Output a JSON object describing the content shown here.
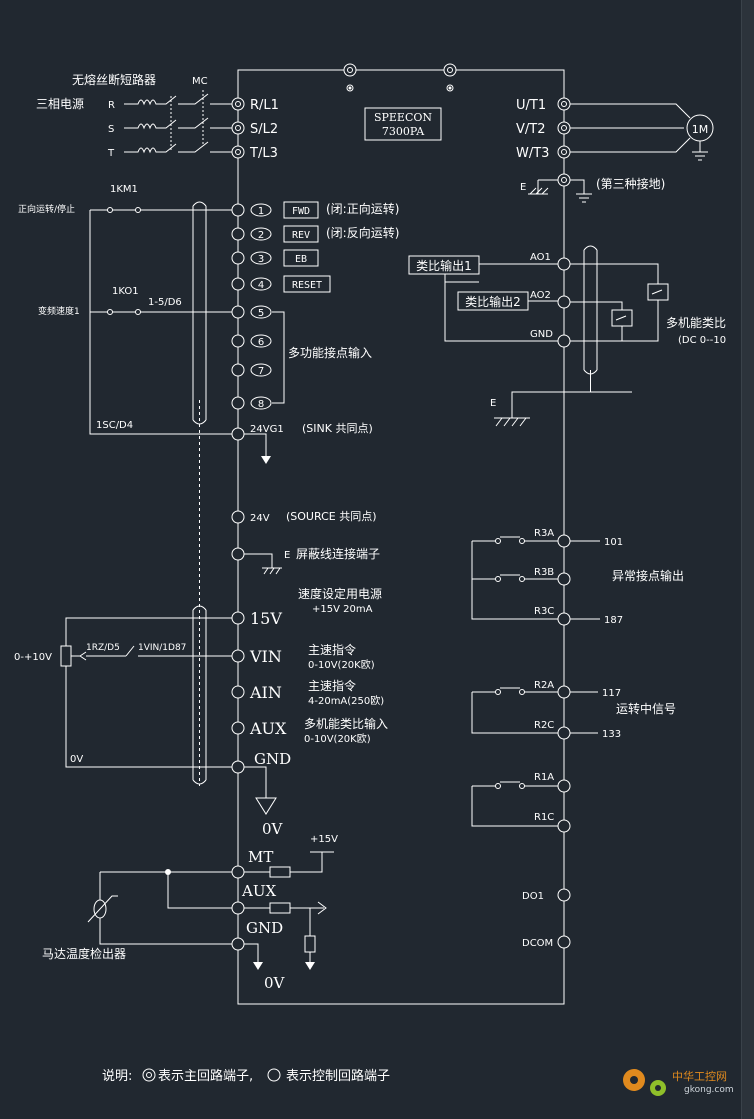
{
  "title": {
    "model": "SPEECON",
    "number": "7300PA"
  },
  "power": {
    "label": "三相电源",
    "breaker": "无熔丝断短路器",
    "contactor": "MC",
    "phases": [
      "R",
      "S",
      "T"
    ]
  },
  "main_inputs": [
    "R/L1",
    "S/L2",
    "T/L3"
  ],
  "main_outputs": [
    "U/T1",
    "V/T2",
    "W/T3"
  ],
  "motor": "1M",
  "ground": {
    "label": "E",
    "note": "(第三种接地)"
  },
  "left_labels": {
    "fwd_rev": "正向运转/停止",
    "km": "1KM1",
    "speed": "变频速度1",
    "ko": "1KO1",
    "ko_ref": "1-5/D6",
    "common": "1SC/D4",
    "pot": "0-+10V",
    "rz": "1RZ/D5",
    "vin_ref": "1VIN/1D87",
    "zero": "0V"
  },
  "inputs": [
    {
      "num": "1",
      "tag": "FWD",
      "desc": "(闭:正向运转)"
    },
    {
      "num": "2",
      "tag": "REV",
      "desc": "(闭:反向运转)"
    },
    {
      "num": "3",
      "tag": "EB",
      "desc": ""
    },
    {
      "num": "4",
      "tag": "RESET",
      "desc": ""
    },
    {
      "num": "5"
    },
    {
      "num": "6"
    },
    {
      "num": "7"
    },
    {
      "num": "8"
    }
  ],
  "multi_input": "多功能接点输入",
  "common_pts": {
    "g1": "24VG1",
    "g1_desc": "(SINK 共同点)",
    "v24": "24V",
    "v24_desc": "(SOURCE 共同点)",
    "shield": "E",
    "shield_desc": "屏蔽线连接端子"
  },
  "analog": {
    "supply_title": "速度设定用电源",
    "supply_spec": "+15V 20mA",
    "terms": [
      "15V",
      "VIN",
      "AIN",
      "AUX",
      "GND"
    ],
    "vin_title": "主速指令",
    "vin_spec": "0-10V(20K欧)",
    "ain_title": "主速指令",
    "ain_spec": "4-20mA(250欧)",
    "aux_title": "多机能类比输入",
    "aux_spec": "0-10V(20K欧)",
    "zero": "0V"
  },
  "motor_temp": {
    "terms": [
      "MT",
      "AUX",
      "GND"
    ],
    "supply": "+15V",
    "zero": "0V",
    "label": "马达温度检出器"
  },
  "analog_out": {
    "meter1": "类比输出1",
    "meter2": "类比输出2",
    "terms": [
      "AO1",
      "AO2",
      "GND"
    ],
    "title": "多机能类比",
    "spec": "(DC 0--10",
    "ground": "E"
  },
  "relays": {
    "r3a": "R3A",
    "r3b": "R3B",
    "r3c": "R3C",
    "n101": "101",
    "n187": "187",
    "fault": "异常接点输出",
    "r2a": "R2A",
    "r2c": "R2C",
    "n117": "117",
    "n133": "133",
    "running": "运转中信号",
    "r1a": "R1A",
    "r1c": "R1C",
    "do1": "DO1",
    "dcom": "DCOM"
  },
  "legend": {
    "prefix": "说明:",
    "main": "表示主回路端子,",
    "control": "表示控制回路端子"
  },
  "watermark": {
    "name": "中华工控网",
    "url": "gkong.com"
  }
}
